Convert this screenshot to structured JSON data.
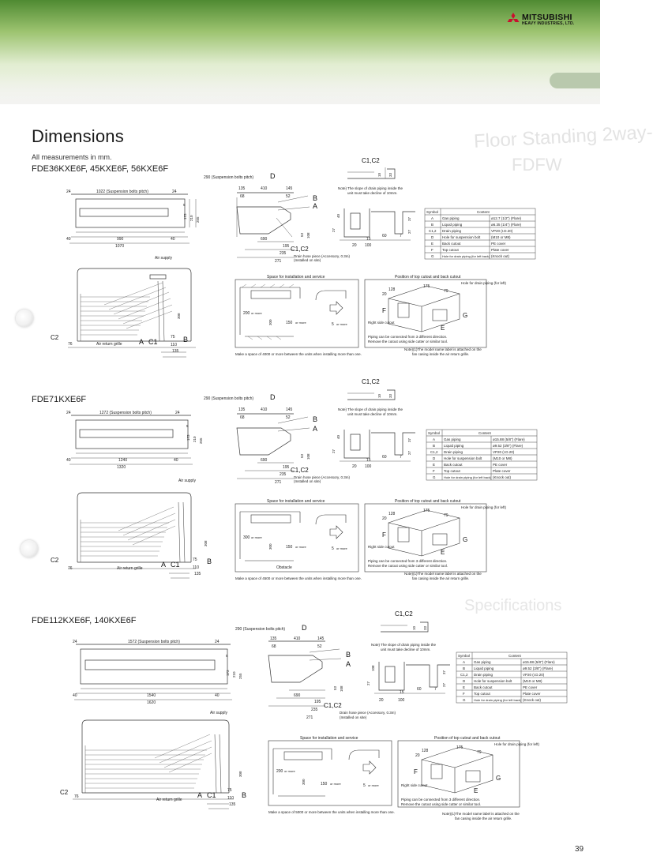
{
  "brand": {
    "name": "MITSUBISHI",
    "sub": "HEAVY INDUSTRIES, LTD."
  },
  "page": {
    "title": "Dimensions",
    "subtitle": "All measurements in mm.",
    "page_number": "39"
  },
  "ghost_text": {
    "heading": "Floor Standing 2way-",
    "sub": "FDFW",
    "spec": "Specifications"
  },
  "common": {
    "suspension_bolts_small": "290 (Suspension bolts pitch)",
    "air_supply": "Air supply",
    "air_return": "Air return grille",
    "obstacle": "Obstacle",
    "space_title": "Space for installation and service",
    "cutout_title": "Position of top cutout and back cutout",
    "hole_drain": "Hole for drain piping (for left)",
    "right_side_cutout": "Right side cutout",
    "piping_note_1": "Piping can be connected from 3 different direction.",
    "piping_note_2": "Remove the cutout using side cutter or similar tool.",
    "slope_note_1": "Note) The slope of drain piping inside the",
    "slope_note_2": "unit must take decline of 10mm.",
    "nameplate_note_1": "Note)(1)The model name label is attached on the",
    "nameplate_note_2": "fan casing inside the air return grille.",
    "drain_hose_1": "Drain hose piece (Accessory, 0.3m)",
    "drain_hose_2": "(Installed on site)",
    "or_more": "or more",
    "c1c2": "C1,C2",
    "lbl_a": "A",
    "lbl_b": "B",
    "lbl_c1": "C1",
    "lbl_c2": "C2",
    "lbl_d": "D",
    "lbl_e": "E",
    "lbl_f": "F",
    "lbl_g": "G",
    "dims": {
      "d24": "24",
      "d5": "5",
      "d173": "173",
      "d210": "210",
      "d255": "255",
      "d40": "40",
      "d135": "135",
      "d410": "410",
      "d145": "145",
      "d68": "68",
      "d52": "52",
      "d690": "690",
      "d53": "53",
      "d108": "108",
      "d195": "195",
      "d235": "235",
      "d271": "271",
      "d10": "10",
      "d33": "33",
      "d27": "27",
      "d20": "20",
      "d15": "15",
      "d100": "100",
      "d60": "60",
      "d7": "7",
      "d37": "37",
      "d308": "308",
      "d76": "76",
      "d75": "75",
      "d110": "110",
      "d200": "200",
      "d300": "300",
      "d150": "150",
      "d128": "128",
      "d175": "175",
      "d79": "79"
    },
    "table_header": {
      "symbol": "Symbol",
      "content": "Content"
    },
    "table_rows": [
      {
        "symbol": "A",
        "name": "Gas piping",
        "spec_small": "ø12.7 (1/2\") (Flare)",
        "spec_large": "ø15.88 (5/8\") (Flare)"
      },
      {
        "symbol": "B",
        "name": "Liquid piping",
        "spec_small": "ø6.35 (1/4\") (Flare)",
        "spec_large": "ø9.52 (3/8\") (Flare)"
      },
      {
        "symbol": "C1,2",
        "name": "Drain piping",
        "spec_small": "VP20 (I.D.20)",
        "spec_large": "VP20 (I.D.20)"
      },
      {
        "symbol": "D",
        "name": "Hole for suspension bolt",
        "spec_small": "(M10 or M8)",
        "spec_large": "(M10 or M8)"
      },
      {
        "symbol": "E",
        "name": "Back cutout",
        "spec_small": "PE cover",
        "spec_large": "PE cover"
      },
      {
        "symbol": "F",
        "name": "Top cutout",
        "spec_small": "Plate cover",
        "spec_large": "Plate cover"
      },
      {
        "symbol": "G",
        "name": "Hole for drain piping (for left back)",
        "spec_small": "(Knock out)",
        "spec_large": "(Knock out)"
      }
    ]
  },
  "sections": [
    {
      "model": "FDE36KXE6F, 45KXE6F, 56KXE6F",
      "bolt_pitch": "1022 (Suspension bolts pitch)",
      "width_inner": "990",
      "width_outer": "1070",
      "space_note": "Make a space of 4000 or more between the units when installing more than one."
    },
    {
      "model": "FDE71KXE6F",
      "bolt_pitch": "1272 (Suspension bolts pitch)",
      "width_inner": "1240",
      "width_outer": "1320",
      "space_note": "Make a space of 4500 or more between the units when installing more than one."
    },
    {
      "model": "FDE112KXE6F, 140KXE6F",
      "bolt_pitch": "1572 (Suspension bolts pitch)",
      "width_inner": "1540",
      "width_outer": "1620",
      "space_note": "Make a space of 5000 or more between the units when installing more than one."
    }
  ]
}
